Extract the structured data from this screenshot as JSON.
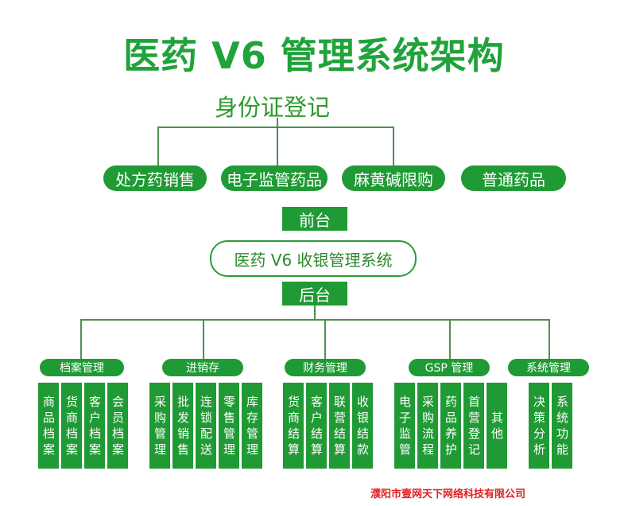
{
  "title": "医药 V6 管理系统架构",
  "registration": "身份证登记",
  "front_categories": [
    "处方药销售",
    "电子监管药品",
    "麻黄碱限购",
    "普通药品"
  ],
  "front_label": "前台",
  "system_name": "医药 V6 收银管理系统",
  "back_label": "后台",
  "groups": [
    {
      "label": "档案管理",
      "modules": [
        "商品档案",
        "货商档案",
        "客户档案",
        "会员档案"
      ]
    },
    {
      "label": "进销存",
      "modules": [
        "采购管理",
        "批发销售",
        "连锁配送",
        "零售管理",
        "库存管理"
      ]
    },
    {
      "label": "财务管理",
      "modules": [
        "货商结算",
        "客户结算",
        "联营结算",
        "收银结款"
      ]
    },
    {
      "label": "GSP 管理",
      "modules": [
        "电子监管",
        "采购流程",
        "药品养护",
        "首营登记",
        "其他"
      ]
    },
    {
      "label": "系统管理",
      "modules": [
        "决策分析",
        "系统功能"
      ]
    }
  ],
  "footer": "濮阳市壹网天下网络科技有限公司",
  "colors": {
    "green": "#1f9a34",
    "title_green": "#1fa33a",
    "footer_red": "#e02020"
  }
}
